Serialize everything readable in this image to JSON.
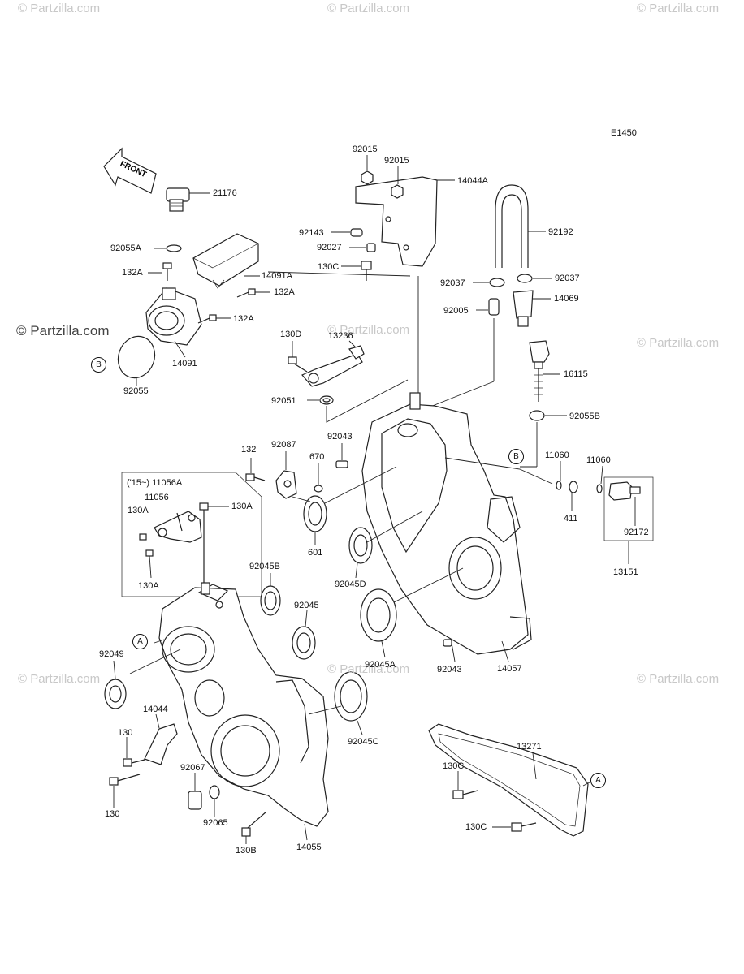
{
  "diagram_code": "E1450",
  "watermark": "© Partzilla.com",
  "front_arrow_text": "FRONT",
  "callouts": {
    "a": "A",
    "b": "B"
  },
  "labels": {
    "p21176": "21176",
    "p92055A": "92055A",
    "p132A_1": "132A",
    "p14091A": "14091A",
    "p132A_2": "132A",
    "p132A_3": "132A",
    "p14091": "14091",
    "p92055": "92055",
    "p92015_1": "92015",
    "p92015_2": "92015",
    "p14044A": "14044A",
    "p92143": "92143",
    "p92027": "92027",
    "p130C_1": "130C",
    "p92192": "92192",
    "p92037_1": "92037",
    "p92037_2": "92037",
    "p14069": "14069",
    "p92005": "92005",
    "p130D": "130D",
    "p13236": "13236",
    "p16115": "16115",
    "p92051": "92051",
    "p92055B": "92055B",
    "p132": "132",
    "p92087": "92087",
    "p92043_1": "92043",
    "p670": "670",
    "p11060_1": "11060",
    "p11060_2": "11060",
    "p411": "411",
    "p92172": "92172",
    "p13151": "13151",
    "p11056A": "('15~) 11056A",
    "p11056": "11056",
    "p130A_1": "130A",
    "p130A_2": "130A",
    "p130A_3": "130A",
    "p601": "601",
    "p92045B": "92045B",
    "p92045D": "92045D",
    "p92045": "92045",
    "p92049": "92049",
    "p92045A": "92045A",
    "p92043_2": "92043",
    "p14057": "14057",
    "p14044": "14044",
    "p130_1": "130",
    "p130_2": "130",
    "p92067": "92067",
    "p92065": "92065",
    "p130B": "130B",
    "p14055": "14055",
    "p92045C": "92045C",
    "p13271": "13271",
    "p130C_2": "130C",
    "p130C_3": "130C"
  }
}
